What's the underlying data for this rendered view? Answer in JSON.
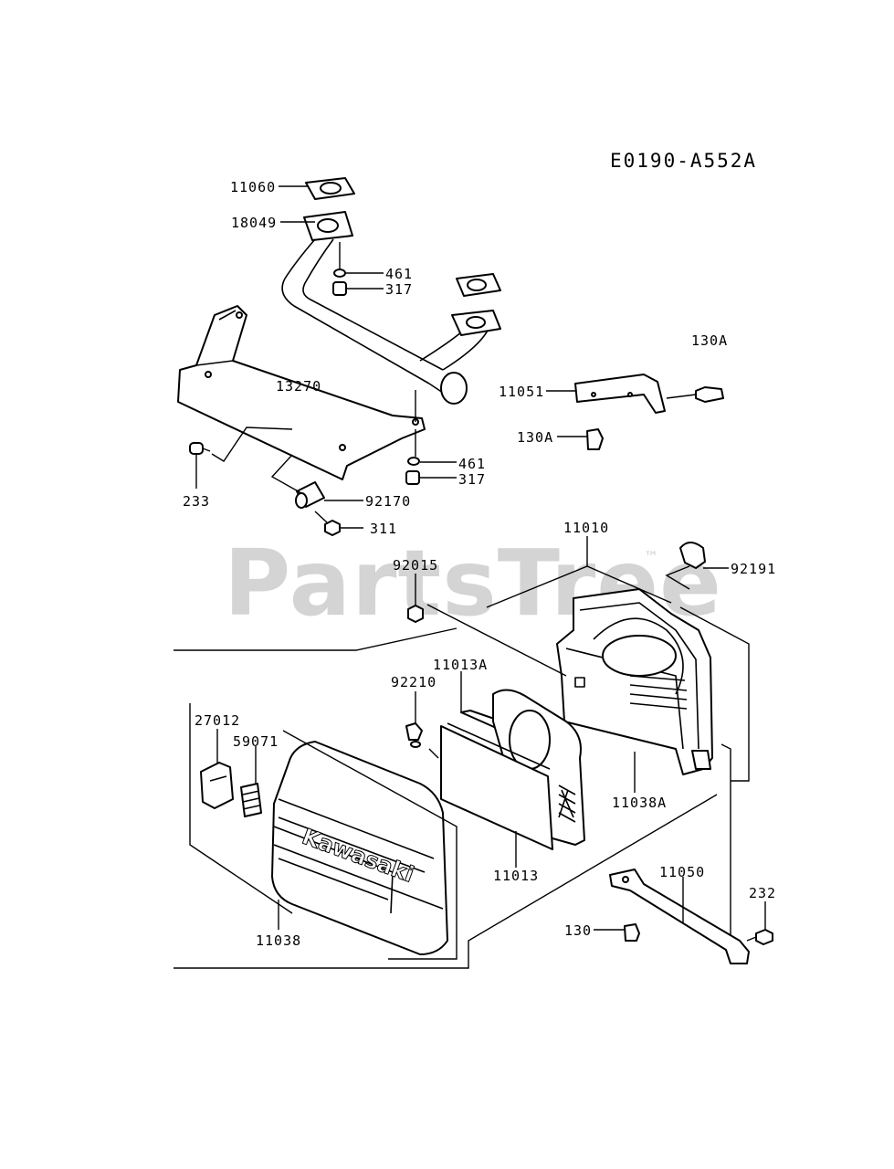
{
  "diagram": {
    "code": "E0190-A552A",
    "watermark": "PartsTree",
    "trademark": "™",
    "brand_text": "Kawasaki",
    "callouts": [
      {
        "id": "c11060",
        "text": "11060"
      },
      {
        "id": "c18049",
        "text": "18049"
      },
      {
        "id": "c461a",
        "text": "461"
      },
      {
        "id": "c317a",
        "text": "317"
      },
      {
        "id": "c130a_top",
        "text": "130A"
      },
      {
        "id": "c13270",
        "text": "13270"
      },
      {
        "id": "c11051",
        "text": "11051"
      },
      {
        "id": "c130a",
        "text": "130A"
      },
      {
        "id": "c461b",
        "text": "461"
      },
      {
        "id": "c317b",
        "text": "317"
      },
      {
        "id": "c233",
        "text": "233"
      },
      {
        "id": "c92170",
        "text": "92170"
      },
      {
        "id": "c311",
        "text": "311"
      },
      {
        "id": "c11010",
        "text": "11010"
      },
      {
        "id": "c92015",
        "text": "92015"
      },
      {
        "id": "c92191",
        "text": "92191"
      },
      {
        "id": "c11013a",
        "text": "11013A"
      },
      {
        "id": "c92210",
        "text": "92210"
      },
      {
        "id": "c27012",
        "text": "27012"
      },
      {
        "id": "c59071",
        "text": "59071"
      },
      {
        "id": "c11038a",
        "text": "11038A"
      },
      {
        "id": "c11013",
        "text": "11013"
      },
      {
        "id": "c11050",
        "text": "11050"
      },
      {
        "id": "c232",
        "text": "232"
      },
      {
        "id": "c130",
        "text": "130"
      },
      {
        "id": "c11038",
        "text": "11038"
      }
    ]
  }
}
